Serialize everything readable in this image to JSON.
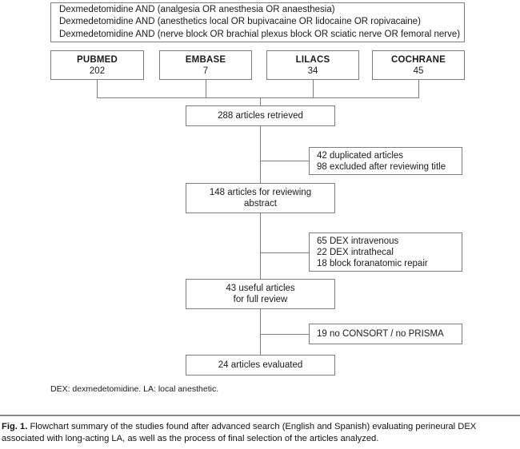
{
  "figure": {
    "query_box": {
      "lines": [
        "Dexmedetomidine AND (analgesia OR anesthesia OR anaesthesia)",
        "Dexmedetomidine AND (anesthetics local OR bupivacaine OR lidocaine OR ropivacaine)",
        "Dexmedetomidine AND (nerve block OR brachial plexus block OR sciatic nerve OR femoral nerve)"
      ]
    },
    "databases": [
      {
        "name": "PUBMED",
        "count": "202"
      },
      {
        "name": "EMBASE",
        "count": "7"
      },
      {
        "name": "LILACS",
        "count": "34"
      },
      {
        "name": "COCHRANE",
        "count": "45"
      }
    ],
    "flow": {
      "retrieved": {
        "lines": [
          "288 articles retrieved"
        ]
      },
      "abstract": {
        "lines": [
          "148 articles for reviewing",
          "abstract"
        ]
      },
      "useful": {
        "lines": [
          "43 useful articles",
          "for full review"
        ]
      },
      "evaluated": {
        "lines": [
          "24 articles evaluated"
        ]
      }
    },
    "exclusions": [
      {
        "lines": [
          "42 duplicated articles",
          "98 excluded after reviewing title"
        ]
      },
      {
        "lines": [
          "65 DEX intravenous",
          "22 DEX intrathecal",
          "18 block foranatomic repair"
        ]
      },
      {
        "lines": [
          "19 no CONSORT / no PRISMA"
        ]
      }
    ],
    "abbreviations": "DEX: dexmedetomidine. LA: local anesthetic.",
    "caption": {
      "label": "Fig. 1.",
      "text": "Flowchart summary of the studies found after advanced search (English and Spanish) evaluating perineural DEX associated with long-acting LA, as well as the process of final selection of the articles analyzed."
    },
    "colors": {
      "border": "#7d7d7d",
      "background": "#ffffff",
      "text": "#1a1a1a"
    }
  }
}
